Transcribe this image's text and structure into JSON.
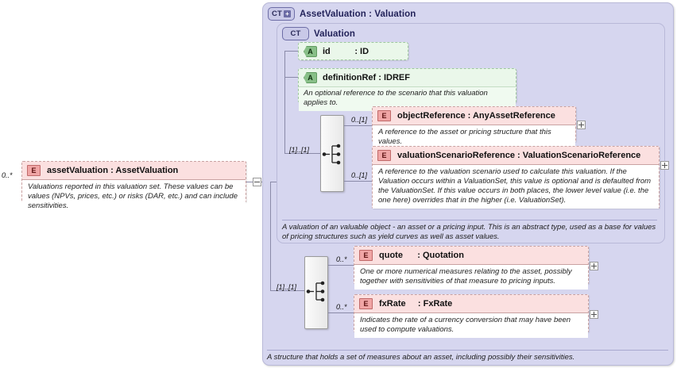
{
  "diagram": {
    "kind": "xsd-schema-diagram",
    "colors": {
      "container_fill": "#d6d6ef",
      "container_stroke": "#b9b9d8",
      "attribute_fill": "#eaf7ea",
      "attribute_icon": "#88bf88",
      "element_fill": "#fbe0e0",
      "element_icon": "#f0a5a5",
      "connector_line": "#8a8aa8"
    }
  },
  "root_element": {
    "icon": "element-icon",
    "icon_letter": "E",
    "name": "assetValuation",
    "separator": ":",
    "type": "AssetValuation",
    "label": "assetValuation : AssetValuation",
    "cardinality": "0..*",
    "documentation": "Valuations reported in this valuation set. These values can be values (NPVs, prices, etc.) or risks (DAR, etc.) and can include sensitivities.",
    "toggle": "minus"
  },
  "outer_container": {
    "badge": "CT",
    "badge_has_plus": true,
    "title": "AssetValuation : Valuation",
    "documentation": "A structure that holds a set of measures about an asset, including possibly their sensitivities."
  },
  "inner_container": {
    "badge": "CT",
    "badge_has_plus": false,
    "title": "Valuation",
    "documentation": "A valuation of an valuable object - an asset or a pricing input. This is an abstract type, used as a base for values of pricing structures such as yield curves as well as asset values."
  },
  "attributes": [
    {
      "icon": "attribute-icon",
      "icon_letter": "A",
      "name": "id",
      "type": "ID",
      "label": "id          : ID",
      "documentation": null
    },
    {
      "icon": "attribute-icon",
      "icon_letter": "A",
      "name": "definitionRef",
      "type": "IDREF",
      "label": "definitionRef : IDREF",
      "documentation": "An optional reference to the scenario that this valuation applies to."
    }
  ],
  "sequence_upper": {
    "icon": "sequence-icon",
    "input_cardinality": "[1]..[1]"
  },
  "sequence_lower": {
    "icon": "sequence-icon",
    "input_cardinality": "[1]..[1]"
  },
  "inner_elements": [
    {
      "icon": "element-icon",
      "icon_letter": "E",
      "name": "objectReference",
      "type": "AnyAssetReference",
      "label": "objectReference : AnyAssetReference",
      "cardinality": "0..[1]",
      "documentation": "A reference to the asset or pricing structure that this values.",
      "toggle": "plus"
    },
    {
      "icon": "element-icon",
      "icon_letter": "E",
      "name": "valuationScenarioReference",
      "type": "ValuationScenarioReference",
      "label": "valuationScenarioReference : ValuationScenarioReference",
      "cardinality": "0..[1]",
      "documentation": "A reference to the valuation scenario used to calculate this valuation. If the Valuation occurs within a ValuationSet, this value is optional and is defaulted from the ValuationSet. If this value occurs in both places, the lower level value (i.e. the one here) overrides that in the higher (i.e. ValuationSet).",
      "toggle": "plus"
    }
  ],
  "outer_elements": [
    {
      "icon": "element-icon",
      "icon_letter": "E",
      "name": "quote",
      "type": "Quotation",
      "label": "quote      : Quotation",
      "cardinality": "0..*",
      "documentation": "One or more numerical measures relating to the asset, possibly together with sensitivities of that measure to pricing inputs.",
      "toggle": "plus"
    },
    {
      "icon": "element-icon",
      "icon_letter": "E",
      "name": "fxRate",
      "type": "FxRate",
      "label": "fxRate     : FxRate",
      "cardinality": "0..*",
      "documentation": "Indicates the rate of a currency conversion that may have been used to compute valuations.",
      "toggle": "plus"
    }
  ]
}
